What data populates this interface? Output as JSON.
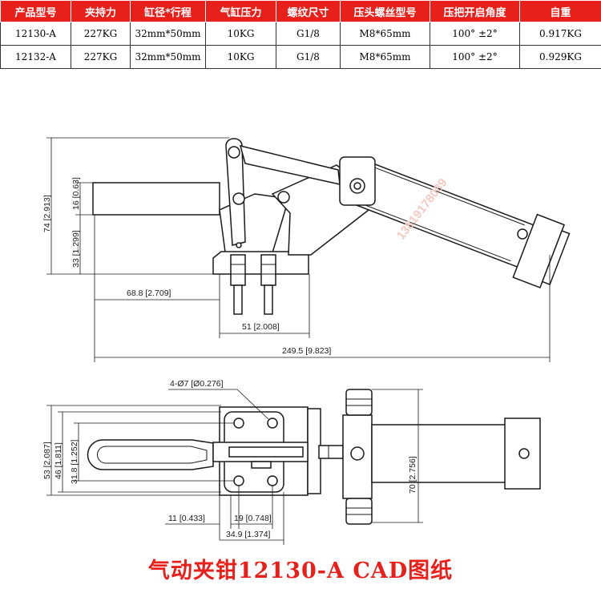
{
  "table": {
    "headers": [
      "产品型号",
      "夹持力",
      "缸径*行程",
      "气缸压力",
      "螺纹尺寸",
      "压头螺丝型号",
      "压把开启角度",
      "自重"
    ],
    "rows": [
      [
        "12130-A",
        "227KG",
        "32mm*50mm",
        "10KG",
        "G1/8",
        "M8*65mm",
        "100° ±2°",
        "0.917KG"
      ],
      [
        "12132-A",
        "227KG",
        "32mm*50mm",
        "10KG",
        "G1/8",
        "M8*65mm",
        "100° ±2°",
        "0.929KG"
      ]
    ]
  },
  "side_view": {
    "dim_height_total": "74 [2.913]",
    "dim_height_arm": "16 [0.63]",
    "dim_height_base": "33 [1.299]",
    "dim_reach": "68.8 [2.709]",
    "dim_base_width": "51 [2.008]",
    "dim_overall_length": "249.5 [9.823]"
  },
  "top_view": {
    "dim_holes": "4-Ø7 [Ø0.276]",
    "dim_width_total": "53 [2.087]",
    "dim_width_mid": "46 [1.811]",
    "dim_width_inner": "31.8 [1.252]",
    "dim_cylinder_width": "70 [2.756]",
    "dim_edge_11": "11 [0.433]",
    "dim_hole_19": "19 [0.748]",
    "dim_base_349": "34.9 [1.374]"
  },
  "watermark": "13819178089",
  "title": "气动夹钳12130-A CAD图纸",
  "colors": {
    "accent": "#e8201c",
    "line": "#1a1a1a",
    "watermark": "#f6c9c2"
  }
}
